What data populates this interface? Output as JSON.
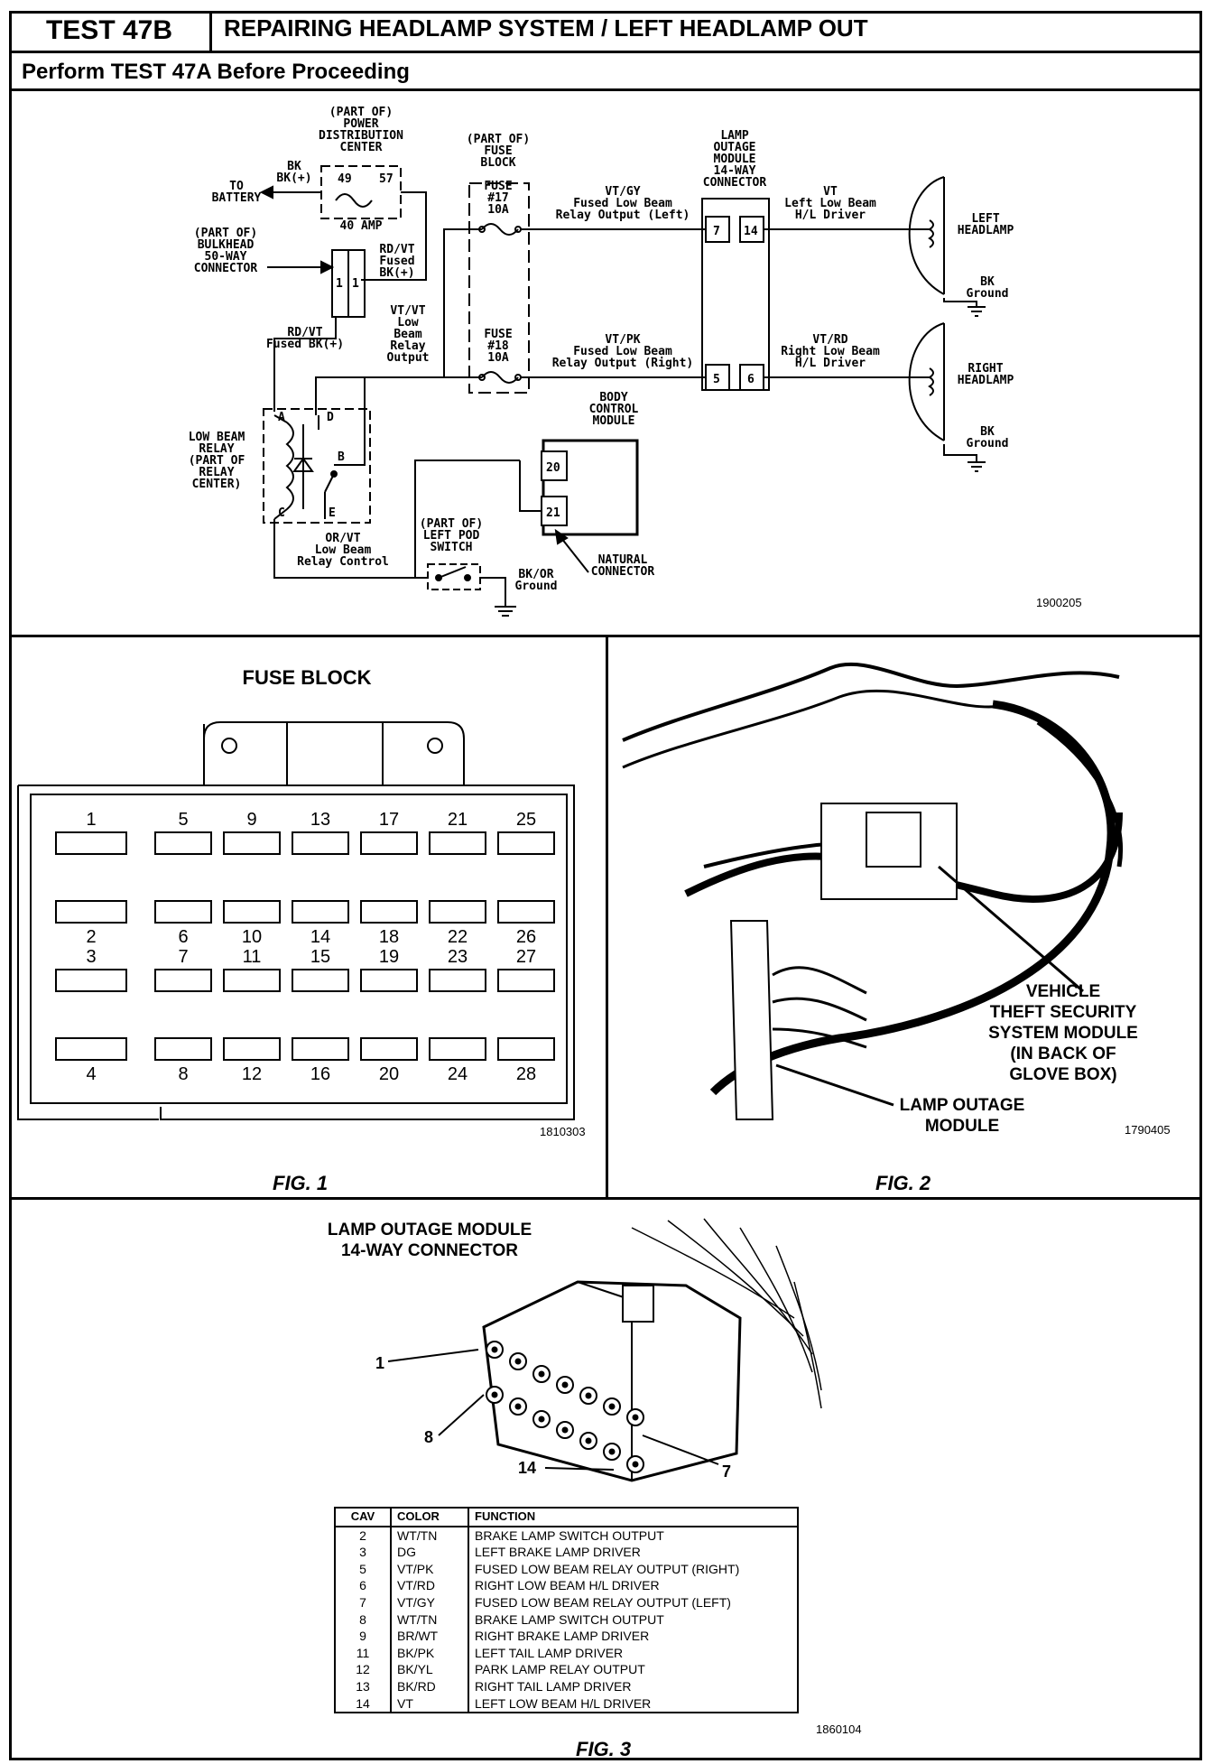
{
  "header": {
    "test_id": "TEST 47B",
    "title": "REPAIRING HEADLAMP SYSTEM / LEFT HEADLAMP OUT",
    "subtitle": "Perform TEST 47A Before Proceeding"
  },
  "schematic": {
    "code": "1900205",
    "pdc": [
      "(PART OF)",
      "POWER",
      "DISTRIBUTION",
      "CENTER"
    ],
    "pdc_pins": [
      "49",
      "57"
    ],
    "pdc_fuse": "40 AMP",
    "to_battery": [
      "TO",
      "BATTERY"
    ],
    "bk_wire": [
      "BK",
      "BK(+)"
    ],
    "bulkhead": [
      "(PART OF)",
      "BULKHEAD",
      "50-WAY",
      "CONNECTOR"
    ],
    "bulkhead_pins": [
      "1",
      "1"
    ],
    "rd_vt_fused": [
      "RD/VT",
      "Fused",
      "BK(+)"
    ],
    "rd_vt_relay": [
      "RD/VT",
      "Fused BK(+)"
    ],
    "vt_vt": [
      "VT/VT",
      "Low",
      "Beam",
      "Relay",
      "Output"
    ],
    "fuse_block": [
      "(PART OF)",
      "FUSE",
      "BLOCK"
    ],
    "fuse17": [
      "FUSE",
      "#17",
      "10A"
    ],
    "fuse18": [
      "FUSE",
      "#18",
      "10A"
    ],
    "vt_gy": [
      "VT/GY",
      "Fused Low Beam",
      "Relay Output (Left)"
    ],
    "vt_pk": [
      "VT/PK",
      "Fused Low Beam",
      "Relay Output (Right)"
    ],
    "lom": [
      "LAMP",
      "OUTAGE",
      "MODULE",
      "14-WAY",
      "CONNECTOR"
    ],
    "lom_pins": [
      "7",
      "14",
      "5",
      "6"
    ],
    "vt_out": [
      "VT",
      "Left Low Beam",
      "H/L Driver"
    ],
    "vt_rd": [
      "VT/RD",
      "Right Low Beam",
      "H/L Driver"
    ],
    "left_headlamp": [
      "LEFT",
      "HEADLAMP"
    ],
    "right_headlamp": [
      "RIGHT",
      "HEADLAMP"
    ],
    "bk_ground": [
      "BK",
      "Ground"
    ],
    "bcm": [
      "BODY",
      "CONTROL",
      "MODULE"
    ],
    "bcm_pins": [
      "20",
      "21"
    ],
    "relay": [
      "LOW BEAM",
      "RELAY",
      "(PART OF",
      "RELAY",
      "CENTER)"
    ],
    "relay_pins": [
      "A",
      "D",
      "B",
      "C",
      "E"
    ],
    "or_vt": [
      "OR/VT",
      "Low Beam",
      "Relay Control"
    ],
    "pod_switch": [
      "(PART OF)",
      "LEFT POD",
      "SWITCH"
    ],
    "bk_or": [
      "BK/OR",
      "Ground"
    ],
    "natural": [
      "NATURAL",
      "CONNECTOR"
    ]
  },
  "fig1": {
    "title": "FUSE BLOCK",
    "caption": "FIG. 1",
    "code": "1810303",
    "row1": [
      "1",
      "5",
      "9",
      "13",
      "17",
      "21",
      "25"
    ],
    "row2": [
      "2",
      "6",
      "10",
      "14",
      "18",
      "22",
      "26"
    ],
    "row3": [
      "3",
      "7",
      "11",
      "15",
      "19",
      "23",
      "27"
    ],
    "row4": [
      "4",
      "8",
      "12",
      "16",
      "20",
      "24",
      "28"
    ]
  },
  "fig2": {
    "caption": "FIG. 2",
    "code": "1790405",
    "vtss": [
      "VEHICLE",
      "THEFT SECURITY",
      "SYSTEM MODULE",
      "(IN BACK OF",
      "GLOVE BOX)"
    ],
    "lom": [
      "LAMP OUTAGE",
      "MODULE"
    ]
  },
  "fig3": {
    "title": [
      "LAMP OUTAGE MODULE",
      "14-WAY CONNECTOR"
    ],
    "caption": "FIG. 3",
    "code": "1860104",
    "callouts": [
      "1",
      "8",
      "14",
      "7"
    ],
    "headers": [
      "CAV",
      "COLOR",
      "FUNCTION"
    ],
    "rows": [
      [
        "2",
        "WT/TN",
        "BRAKE LAMP SWITCH OUTPUT"
      ],
      [
        "3",
        "DG",
        "LEFT BRAKE LAMP DRIVER"
      ],
      [
        "5",
        "VT/PK",
        "FUSED LOW BEAM RELAY OUTPUT (RIGHT)"
      ],
      [
        "6",
        "VT/RD",
        "RIGHT LOW BEAM H/L DRIVER"
      ],
      [
        "7",
        "VT/GY",
        "FUSED LOW BEAM RELAY OUTPUT (LEFT)"
      ],
      [
        "8",
        "WT/TN",
        "BRAKE LAMP SWITCH OUTPUT"
      ],
      [
        "9",
        "BR/WT",
        "RIGHT BRAKE LAMP DRIVER"
      ],
      [
        "11",
        "BK/PK",
        "LEFT TAIL LAMP DRIVER"
      ],
      [
        "12",
        "BK/YL",
        "PARK LAMP RELAY OUTPUT"
      ],
      [
        "13",
        "BK/RD",
        "RIGHT TAIL LAMP DRIVER"
      ],
      [
        "14",
        "VT",
        "LEFT LOW BEAM H/L DRIVER"
      ]
    ]
  }
}
